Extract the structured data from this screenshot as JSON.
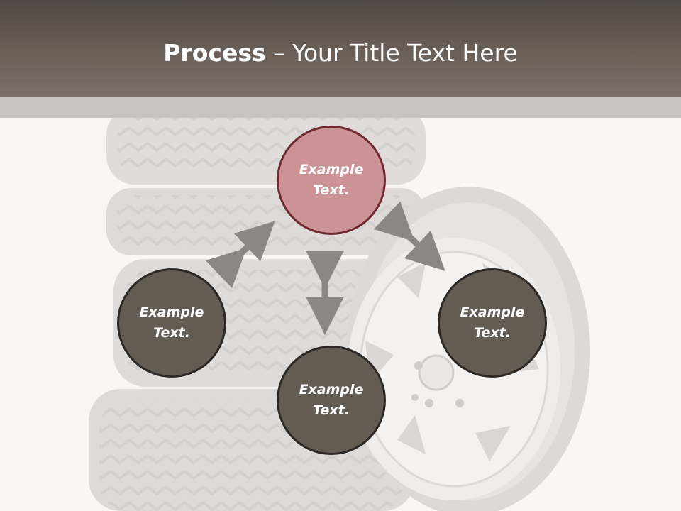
{
  "slide": {
    "title_bold": "Process",
    "title_rest": " – Your Title Text Here"
  },
  "nodes": {
    "top": "Example Text.",
    "left": "Example Text.",
    "right": "Example Text.",
    "bottom": "Example Text."
  },
  "colors": {
    "title_bar": "#5f5650",
    "node_dark": "#645b53",
    "node_accent": "#cc9396",
    "arrow": "#8a8784"
  },
  "icons": [
    "tire-stack-image",
    "alloy-wheel-image",
    "double-arrow-icon"
  ]
}
